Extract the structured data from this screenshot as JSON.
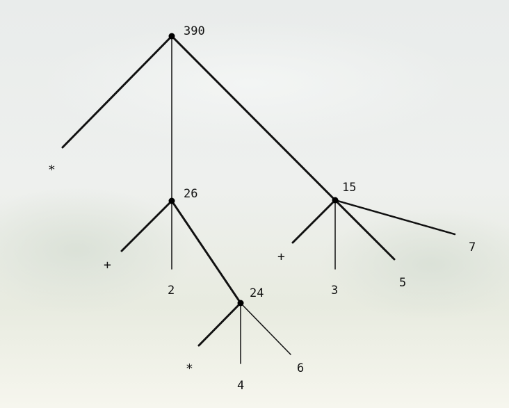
{
  "colors": {
    "line": "#111111",
    "node": "#000000"
  },
  "tree": {
    "root": {
      "value": "390",
      "op": "*"
    },
    "node_26": {
      "value": "26",
      "op": "+"
    },
    "node_15": {
      "value": "15",
      "op": "+"
    },
    "node_24": {
      "value": "24",
      "op": "*"
    },
    "leaf_2": "2",
    "leaf_3": "3",
    "leaf_5": "5",
    "leaf_7": "7",
    "leaf_4": "4",
    "leaf_6": "6"
  }
}
